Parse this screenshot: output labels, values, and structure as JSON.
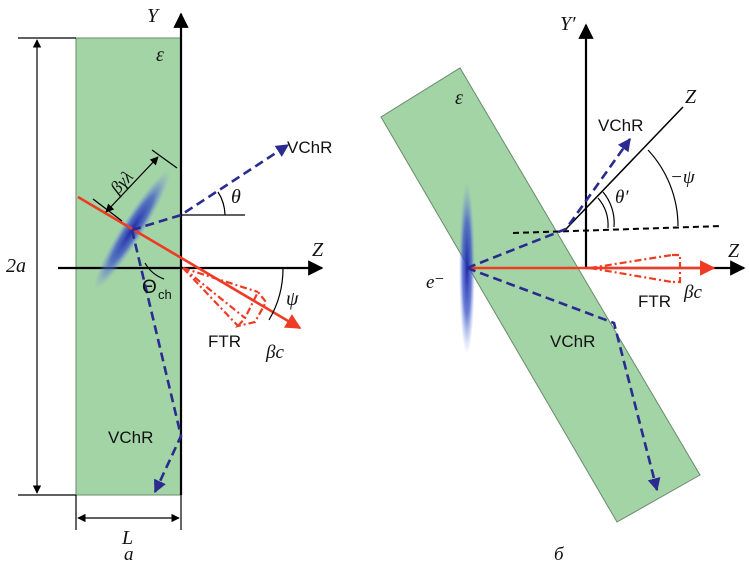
{
  "left_panel": {
    "medium_label": "ε",
    "y_axis_label": "Y",
    "z_axis_label": "Z",
    "height_label": "2a",
    "width_label": "L",
    "panel_caption": "a",
    "bunch_size_label": "βγλ",
    "theta_label": "θ",
    "psi_label": "ψ",
    "cherenkov_angle_label": "Θ",
    "cherenkov_angle_subscript": "ch",
    "vchr_upper_label": "VChR",
    "vchr_lower_label": "VChR",
    "ftr_label": "FTR",
    "velocity_label": "βc"
  },
  "right_panel": {
    "medium_label": "ε",
    "y_axis_label": "Y′",
    "z_axis_top_label": "Z",
    "z_axis_label": "Z",
    "electron_label": "e⁻",
    "theta_prime_label": "θ′",
    "minus_psi_label": "−ψ",
    "vchr_upper_label": "VChR",
    "vchr_lower_label": "VChR",
    "ftr_label": "FTR",
    "velocity_label": "βc",
    "panel_caption": "б"
  },
  "colors": {
    "slab_fill": "#a3d4a6",
    "slab_stroke": "#6a8a6c",
    "beam_red": "#ee3b24",
    "vchr_blue": "#2a2a90",
    "bunch_blue": "#2f3fb5",
    "axis_black": "#000000"
  }
}
